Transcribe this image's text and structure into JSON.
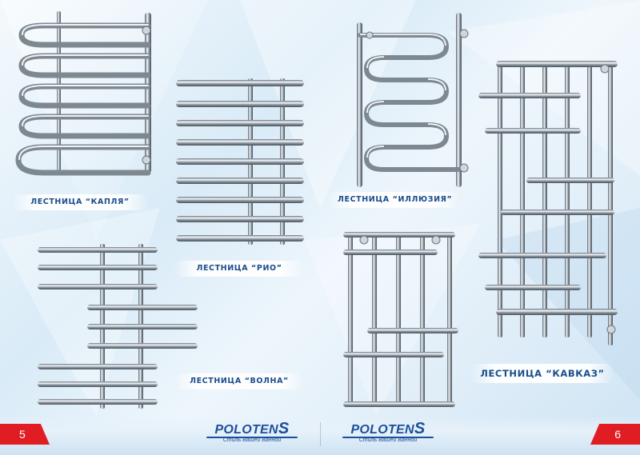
{
  "page_left": {
    "number": "5"
  },
  "page_right": {
    "number": "6"
  },
  "brand": {
    "name_main": "POLOTEN",
    "name_tail": "S",
    "tagline": "Стиль Вашей Ванной"
  },
  "products": {
    "kaplya": {
      "label": "ЛЕСТНИЦА “КАПЛЯ”"
    },
    "rio": {
      "label": "ЛЕСТНИЦА “РИО”"
    },
    "illuziya": {
      "label": "ЛЕСТНИЦА “ИЛЛЮЗИЯ”"
    },
    "kavkaz": {
      "label": "ЛЕСТНИЦА “КАВКАЗ”"
    },
    "volna": {
      "label": "ЛЕСТНИЦА “ВОЛНА”"
    },
    "bottom_rack": {
      "label": ""
    }
  },
  "colors": {
    "accent_red": "#e11d24",
    "brand_blue": "#1b4f9b",
    "label_text": "#1a4d8c",
    "chrome": "#9aa4ad"
  }
}
